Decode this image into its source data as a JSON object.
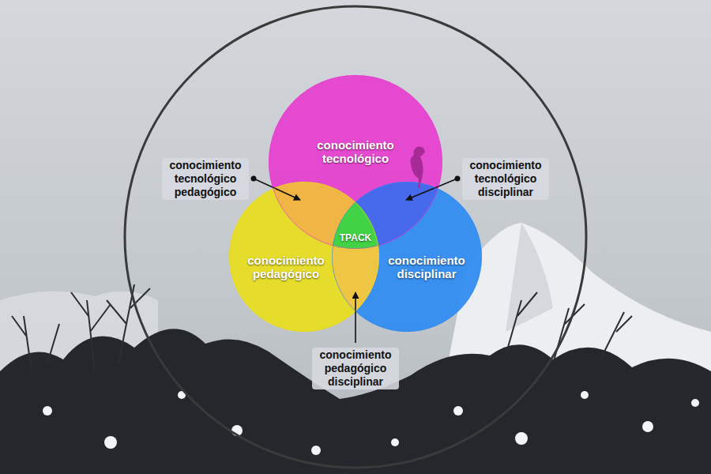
{
  "diagram": {
    "nodes": [
      {
        "text": [
          "conocimiento tecnológico"
        ]
      },
      {
        "text": [
          "conocimiento pedagógico"
        ]
      },
      {
        "text": [
          "conocimiento disciplinar"
        ]
      },
      {
        "text": [
          "TPACK"
        ]
      }
    ],
    "labels": [
      "conocimiento tecnológico pedagógico",
      "conocimiento tecnológico disciplinar",
      "conocimiento pedagógico disciplinar"
    ]
  }
}
